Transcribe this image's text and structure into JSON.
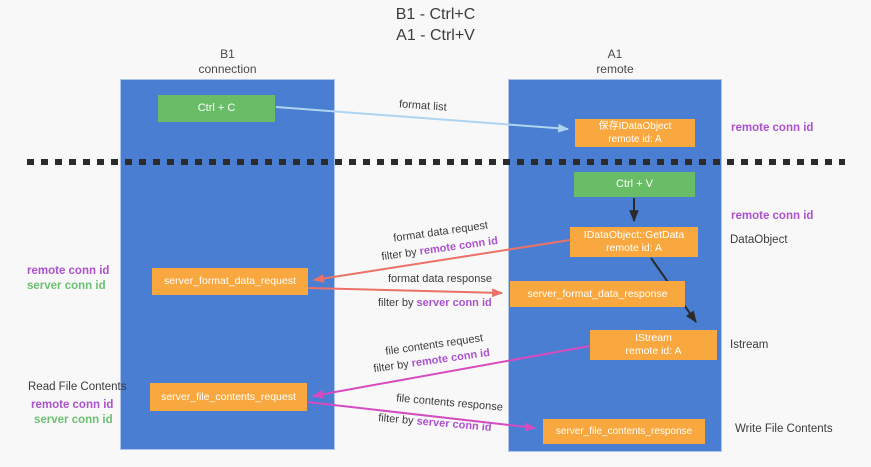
{
  "title": {
    "line1": "B1 - Ctrl+C",
    "line2": "A1 - Ctrl+V"
  },
  "lifelines": {
    "left": {
      "name": "B1",
      "role": "connection"
    },
    "right": {
      "name": "A1",
      "role": "remote"
    }
  },
  "boxes": {
    "ctrl_c": {
      "label": "Ctrl + C"
    },
    "ctrl_v": {
      "label": "Ctrl + V"
    },
    "save_dataobject": {
      "line1": "保存IDataObject",
      "line2": "remote id: A"
    },
    "getdata": {
      "line1": "IDataObject::GetData",
      "line2": "remote id: A"
    },
    "istream": {
      "line1": "IStream",
      "line2": "remote id: A"
    },
    "server_format_data_request": {
      "label": "server_format_data_request"
    },
    "server_format_data_response": {
      "label": "server_format_data_response"
    },
    "server_file_contents_request": {
      "label": "server_file_contents_request"
    },
    "server_file_contents_response": {
      "label": "server_file_contents_response"
    }
  },
  "flow_labels": {
    "format_list": "format list",
    "format_data_request": {
      "text": "format data request",
      "filter_prefix": "filter by",
      "filter_key": "remote conn id"
    },
    "format_data_response": {
      "text": "format data response",
      "filter_prefix": "filter by",
      "filter_key": "server conn id"
    },
    "file_contents_request": {
      "text": "file contents request",
      "filter_prefix": "filter by",
      "filter_key": "remote conn id"
    },
    "file_contents_response": {
      "text": "file contents response",
      "filter_prefix": "filter by",
      "filter_key": "server conn id"
    }
  },
  "side_labels": {
    "right_remote_conn_id_top": "remote conn id",
    "right_remote_conn_id_mid": "remote conn id",
    "dataobject": "DataObject",
    "istream": "Istream",
    "write_file_contents": "Write File Contents",
    "left_remote_conn_id_top": "remote conn id",
    "left_server_conn_id_top": "server conn id",
    "read_file_contents": "Read File Contents",
    "left_remote_conn_id_bottom": "remote conn id",
    "left_server_conn_id_bottom": "server conn id"
  },
  "colors": {
    "lifeline_blue": "#4a7ed2",
    "box_orange": "#f8a83e",
    "box_green": "#68bd66",
    "conn_purple": "#ac52cc",
    "conn_green": "#6dbf72",
    "arrow_red": "#ec7166",
    "arrow_magenta": "#d54cc0",
    "arrow_lightblue": "#aed4f0",
    "arrow_black": "#2b2b2b"
  }
}
